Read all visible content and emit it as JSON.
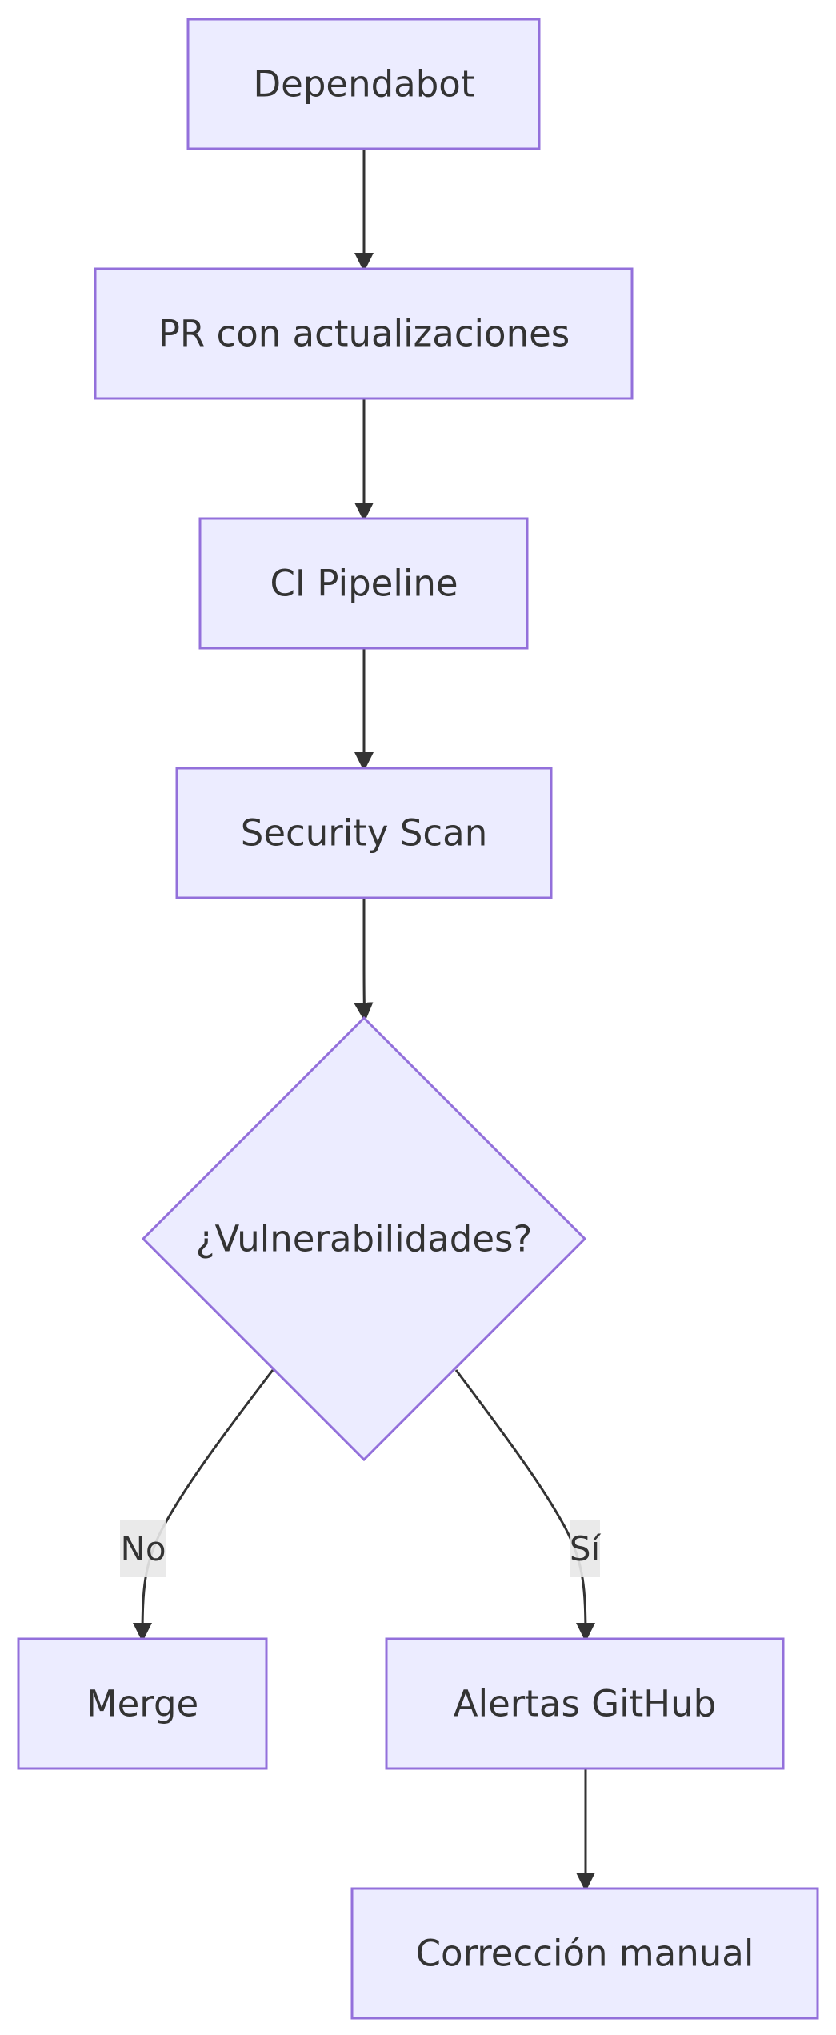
{
  "diagram": {
    "type": "flowchart",
    "node_fill": "#ececff",
    "node_stroke": "#9370db",
    "edge_color": "#333333",
    "text_color": "#333333",
    "edge_label_background": "#e8e8e8",
    "nodes": {
      "dependabot": "Dependabot",
      "pr": "PR con actualizaciones",
      "ci": "CI Pipeline",
      "scan": "Security Scan",
      "decision": "¿Vulnerabilidades?",
      "merge": "Merge",
      "alerts": "Alertas GitHub",
      "fix": "Corrección manual"
    },
    "edges": [
      {
        "from": "dependabot",
        "to": "pr",
        "label": ""
      },
      {
        "from": "pr",
        "to": "ci",
        "label": ""
      },
      {
        "from": "ci",
        "to": "scan",
        "label": ""
      },
      {
        "from": "scan",
        "to": "decision",
        "label": ""
      },
      {
        "from": "decision",
        "to": "merge",
        "label": "No"
      },
      {
        "from": "decision",
        "to": "alerts",
        "label": "Sí"
      },
      {
        "from": "alerts",
        "to": "fix",
        "label": ""
      }
    ],
    "edge_labels": {
      "no": "No",
      "yes": "Sí"
    }
  }
}
